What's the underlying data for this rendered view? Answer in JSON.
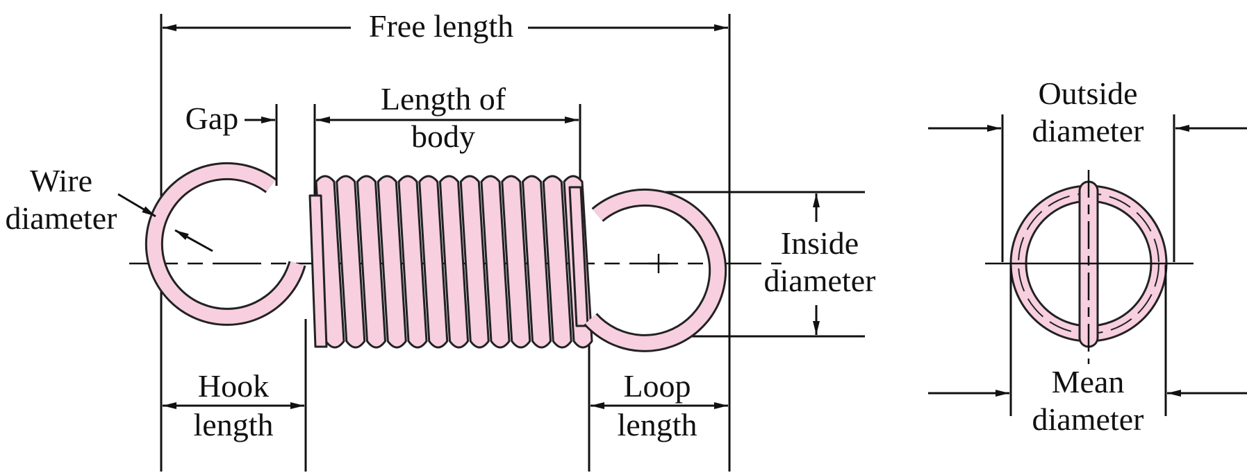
{
  "labels": {
    "free_length": "Free length",
    "gap": "Gap",
    "length_of_body_1": "Length of",
    "length_of_body_2": "body",
    "wire_diameter_1": "Wire",
    "wire_diameter_2": "diameter",
    "inside_diameter_1": "Inside",
    "inside_diameter_2": "diameter",
    "hook_length_1": "Hook",
    "hook_length_2": "length",
    "loop_length_1": "Loop",
    "loop_length_2": "length",
    "outside_diameter_1": "Outside",
    "outside_diameter_2": "diameter",
    "mean_diameter_1": "Mean",
    "mean_diameter_2": "diameter"
  },
  "colors": {
    "spring_fill": "#f7cfdf",
    "line": "#111111"
  },
  "body_coils": 13
}
